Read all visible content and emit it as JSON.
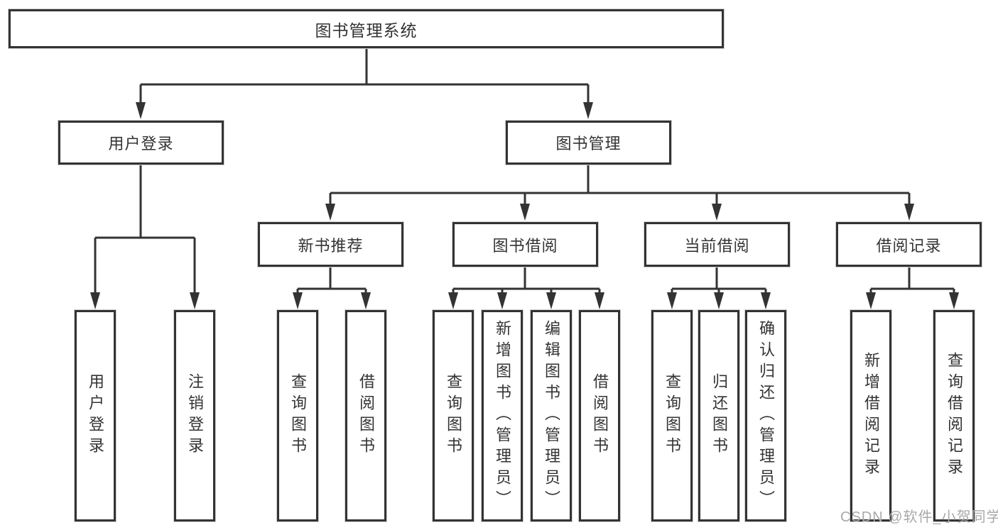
{
  "colors": {
    "line": "#333333",
    "box_border": "#333333",
    "text": "#333333",
    "watermark": "#a9a9a9",
    "background": "#ffffff"
  },
  "tree": {
    "root_label": "图书管理系统",
    "login_branch": {
      "label": "用户登录",
      "children": [
        {
          "label": "用户登录"
        },
        {
          "label": "注销登录"
        }
      ]
    },
    "mgmt_branch": {
      "label": "图书管理",
      "groups": [
        {
          "label": "新书推荐",
          "children": [
            {
              "label": "查询图书"
            },
            {
              "label": "借阅图书"
            }
          ]
        },
        {
          "label": "图书借阅",
          "children": [
            {
              "label": "查询图书"
            },
            {
              "label": "新增图书（管理员）"
            },
            {
              "label": "编辑图书（管理员）"
            },
            {
              "label": "借阅图书"
            }
          ]
        },
        {
          "label": "当前借阅",
          "children": [
            {
              "label": "查询图书"
            },
            {
              "label": "归还图书"
            },
            {
              "label": "确认归还（管理员）"
            }
          ]
        },
        {
          "label": "借阅记录",
          "children": [
            {
              "label": "新增借阅记录"
            },
            {
              "label": "查询借阅记录"
            }
          ]
        }
      ]
    }
  },
  "watermark": {
    "text": "CSDN @软件_小贺同学"
  }
}
